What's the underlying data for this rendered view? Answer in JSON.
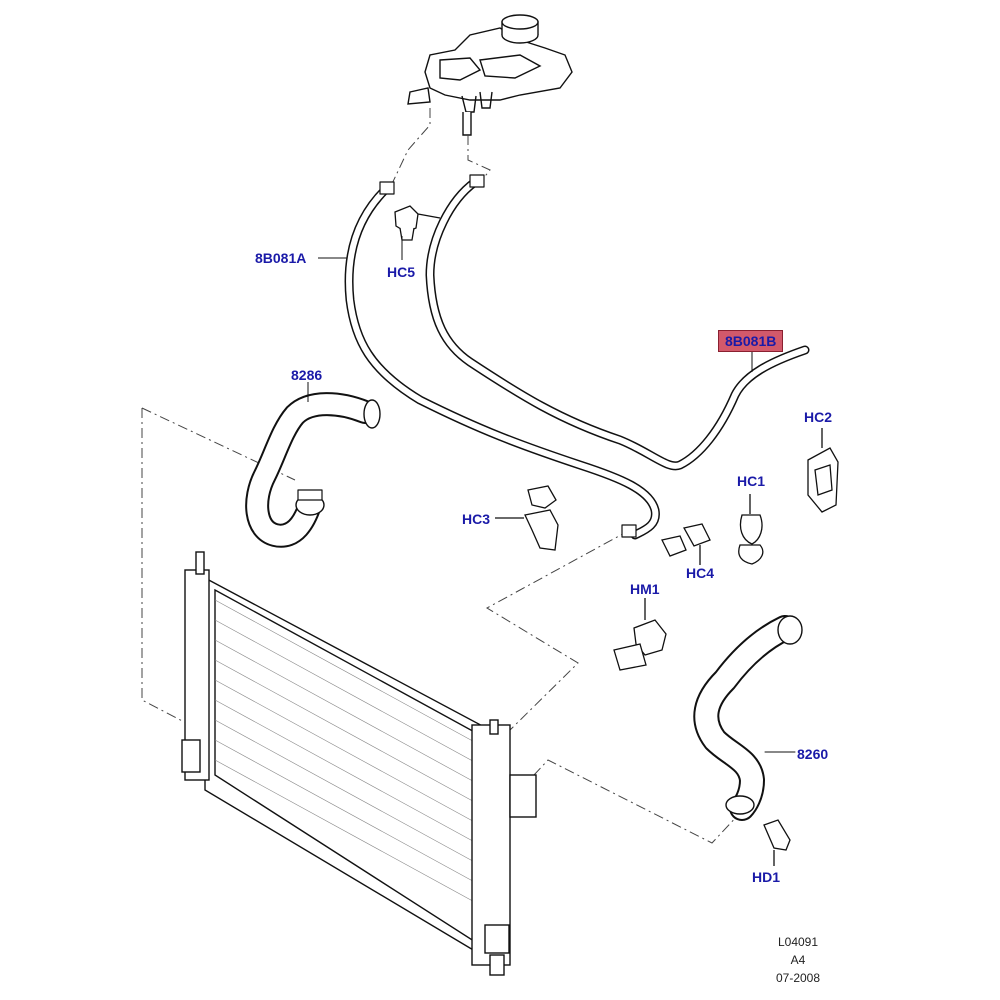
{
  "callouts": {
    "hose_8b081a": "8B081A",
    "clip_hc5": "HC5",
    "hose_8b081b": "8B081B",
    "hose_8286": "8286",
    "clip_hc2": "HC2",
    "clip_hc1": "HC1",
    "clip_hc3": "HC3",
    "clip_hc4": "HC4",
    "clip_hm1": "HM1",
    "hose_8260": "8260",
    "clip_hd1": "HD1"
  },
  "footer": {
    "drawing_number": "L04091",
    "sheet_size": "A4",
    "date": "07-2008"
  },
  "colors": {
    "callout_text": "#1a1aa8",
    "highlight_fill": "#d2596b",
    "line": "#111111"
  }
}
